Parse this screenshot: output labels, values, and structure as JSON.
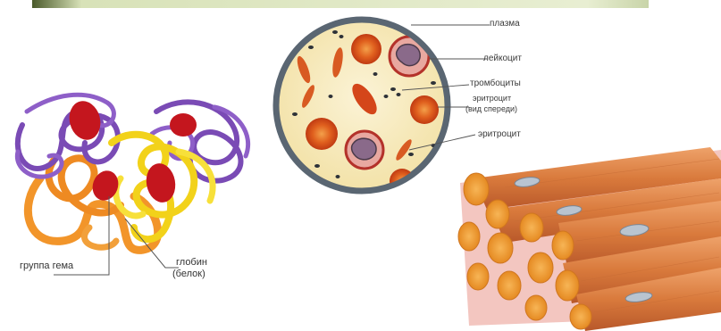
{
  "blood_diagram": {
    "labels": {
      "plasma": "плазма",
      "leukocyte": "лейкоцит",
      "platelets": "тромбоциты",
      "erythrocyte_front_line1": "эритроцит",
      "erythrocyte_front_line2": "(вид спереди)",
      "erythrocyte": "эритроцит"
    }
  },
  "hemoglobin_diagram": {
    "labels": {
      "heme_group": "группа гема",
      "globin_line1": "глобин",
      "globin_line2": "(белок)"
    }
  },
  "colors": {
    "plasma_bg": "#f8ecc0",
    "rbc": "#d8461c",
    "rbc_center": "#f09a3a",
    "heme": "#c4161e",
    "globin_purple": "#7a4bb5",
    "globin_yellow": "#f2d21a",
    "globin_orange": "#f2952a",
    "muscle": "#e2874a"
  }
}
